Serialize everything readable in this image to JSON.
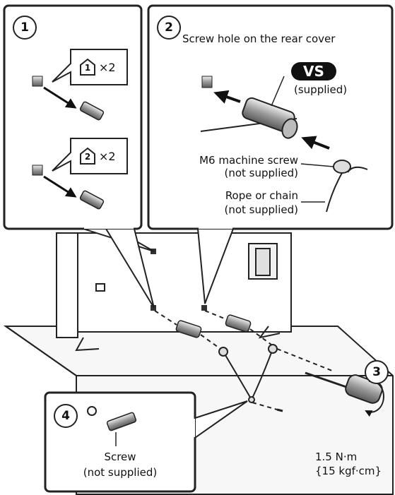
{
  "steps": {
    "step1": "1",
    "step2": "2",
    "step3": "3",
    "step4": "4"
  },
  "panel1": {
    "part_a_number": "1",
    "part_a_qty": "×2",
    "part_b_number": "2",
    "part_b_qty": "×2"
  },
  "panel2": {
    "screw_hole_label": "Screw hole on the rear cover",
    "vs_badge": "VS",
    "supplied_label": "(supplied)",
    "machine_screw_line1": "M6 machine screw",
    "machine_screw_line2": "(not supplied)",
    "rope_line1": "Rope or chain",
    "rope_line2": "(not supplied)"
  },
  "torque": {
    "line1": "1.5 N·m",
    "line2": "{15 kgf·cm}"
  },
  "panel4": {
    "screw_line1": "Screw",
    "screw_line2": "(not supplied)"
  },
  "colors": {
    "line": "#222222",
    "fill_light": "#f4f4f4",
    "fill_mid": "#cfcfcf",
    "fill_dark": "#7a7a7a",
    "badge": "#111111"
  }
}
